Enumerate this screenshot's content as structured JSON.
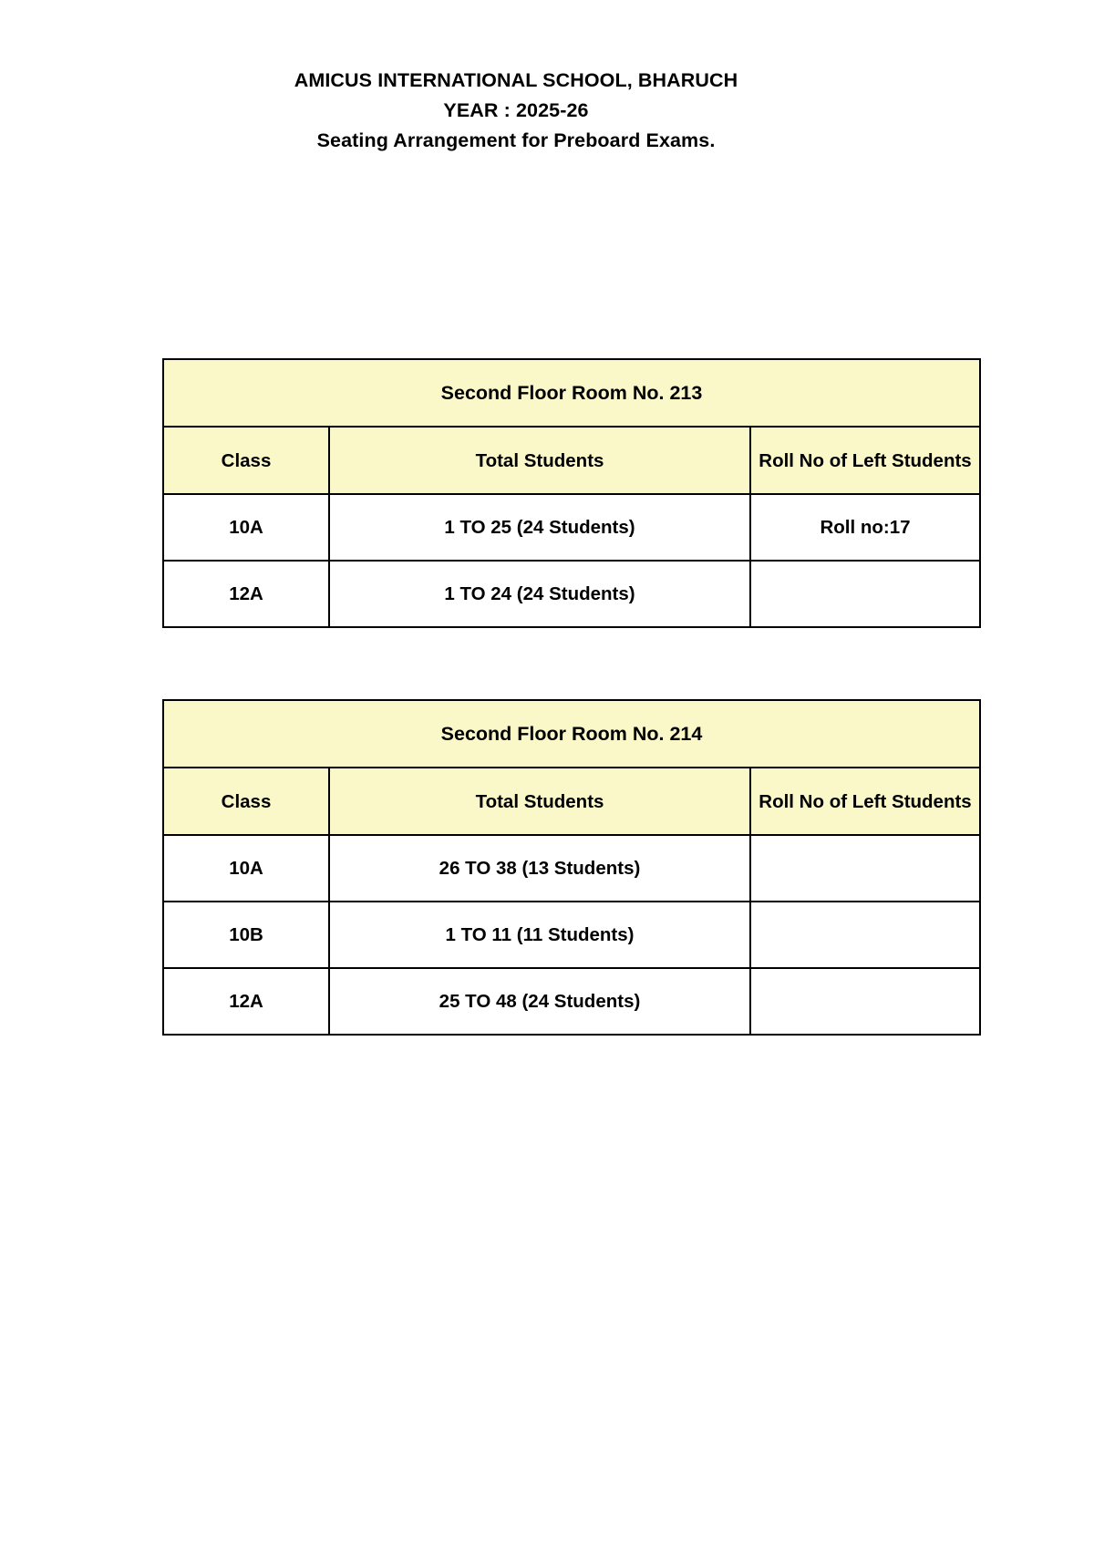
{
  "document": {
    "header_lines": [
      "AMICUS INTERNATIONAL SCHOOL, BHARUCH",
      "YEAR : 2025-26",
      "Seating Arrangement for Preboard Exams."
    ]
  },
  "colors": {
    "header_fill": "#FAF7C8",
    "border": "#000000",
    "text": "#000000",
    "page_background": "#FFFFFF"
  },
  "tables": [
    {
      "title": "Second Floor Room No. 213",
      "columns": [
        "Class",
        "Total Students",
        "Roll No of Left Students"
      ],
      "rows": [
        {
          "class": "10A",
          "total_students": "1 TO 25 (24 Students)",
          "roll_no_left": "Roll no:17"
        },
        {
          "class": "12A",
          "total_students": "1 TO 24 (24 Students)",
          "roll_no_left": ""
        }
      ]
    },
    {
      "title": "Second Floor Room No. 214",
      "columns": [
        "Class",
        "Total Students",
        "Roll No of Left Students"
      ],
      "rows": [
        {
          "class": "10A",
          "total_students": "26 TO 38 (13 Students)",
          "roll_no_left": ""
        },
        {
          "class": "10B",
          "total_students": "1 TO 11 (11 Students)",
          "roll_no_left": ""
        },
        {
          "class": "12A",
          "total_students": "25 TO 48 (24 Students)",
          "roll_no_left": ""
        }
      ]
    }
  ]
}
